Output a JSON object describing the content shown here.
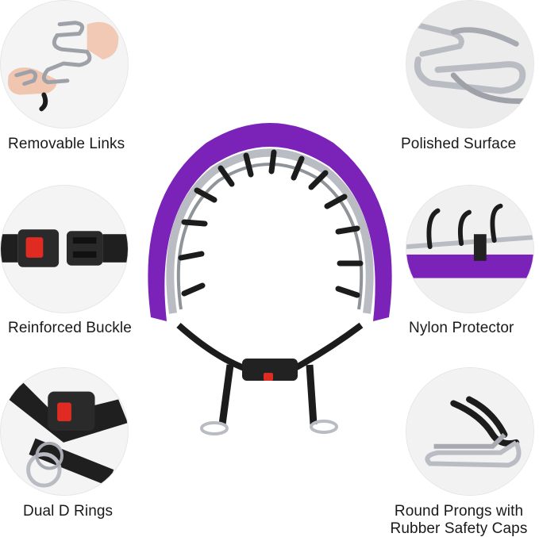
{
  "features": {
    "removable_links": {
      "label": "Removable Links"
    },
    "polished_surface": {
      "label": "Polished Surface"
    },
    "reinforced_buckle": {
      "label": "Reinforced Buckle"
    },
    "nylon_protector": {
      "label": "Nylon Protector"
    },
    "dual_d_rings": {
      "label": "Dual D Rings"
    },
    "round_prongs": {
      "label_line1": "Round Prongs with",
      "label_line2": "Rubber Safety Caps"
    }
  },
  "colors": {
    "nylon": "#7b22b8",
    "chrome": "#b9bcc2",
    "rubber": "#1c1c1c",
    "buckle_red": "#e02b22"
  }
}
